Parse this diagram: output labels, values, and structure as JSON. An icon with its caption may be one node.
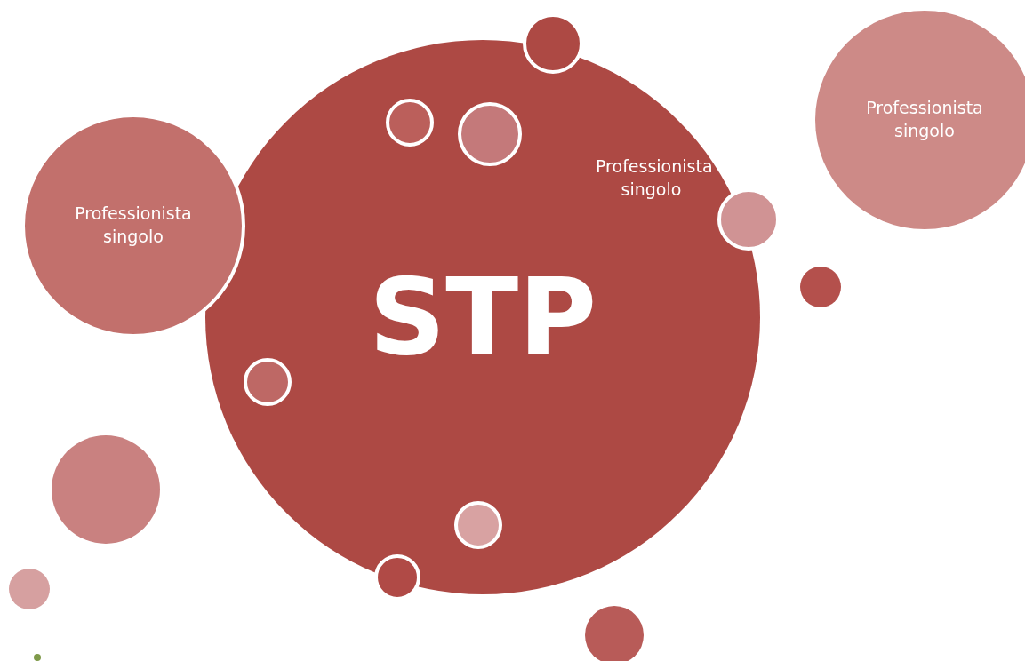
{
  "diagram": {
    "nodes": [
      {
        "text": [
          "STP"
        ]
      },
      {
        "text": [
          "Professionista singolo"
        ]
      },
      {
        "text": [
          "Professionista singolo"
        ]
      },
      {
        "text": [],
        "shape": "circle"
      },
      {
        "text": [],
        "shape": "circle",
        "in": 0
      },
      {
        "text": [],
        "shape": "circle",
        "in": 0
      },
      {
        "text": [],
        "shape": "circle"
      },
      {
        "text": [],
        "shape": "circle"
      },
      {
        "text": [],
        "shape": "circle",
        "in": 0
      },
      {
        "text": [],
        "shape": "circle"
      },
      {
        "text": [],
        "shape": "circle",
        "in": 0
      },
      {
        "text": [],
        "shape": "circle"
      },
      {
        "text": [],
        "shape": "circle"
      },
      {
        "text": [],
        "shape": "circle"
      },
      {
        "text": [],
        "shape": "circle"
      }
    ],
    "labels": [
      "Professionista singolo"
    ]
  }
}
